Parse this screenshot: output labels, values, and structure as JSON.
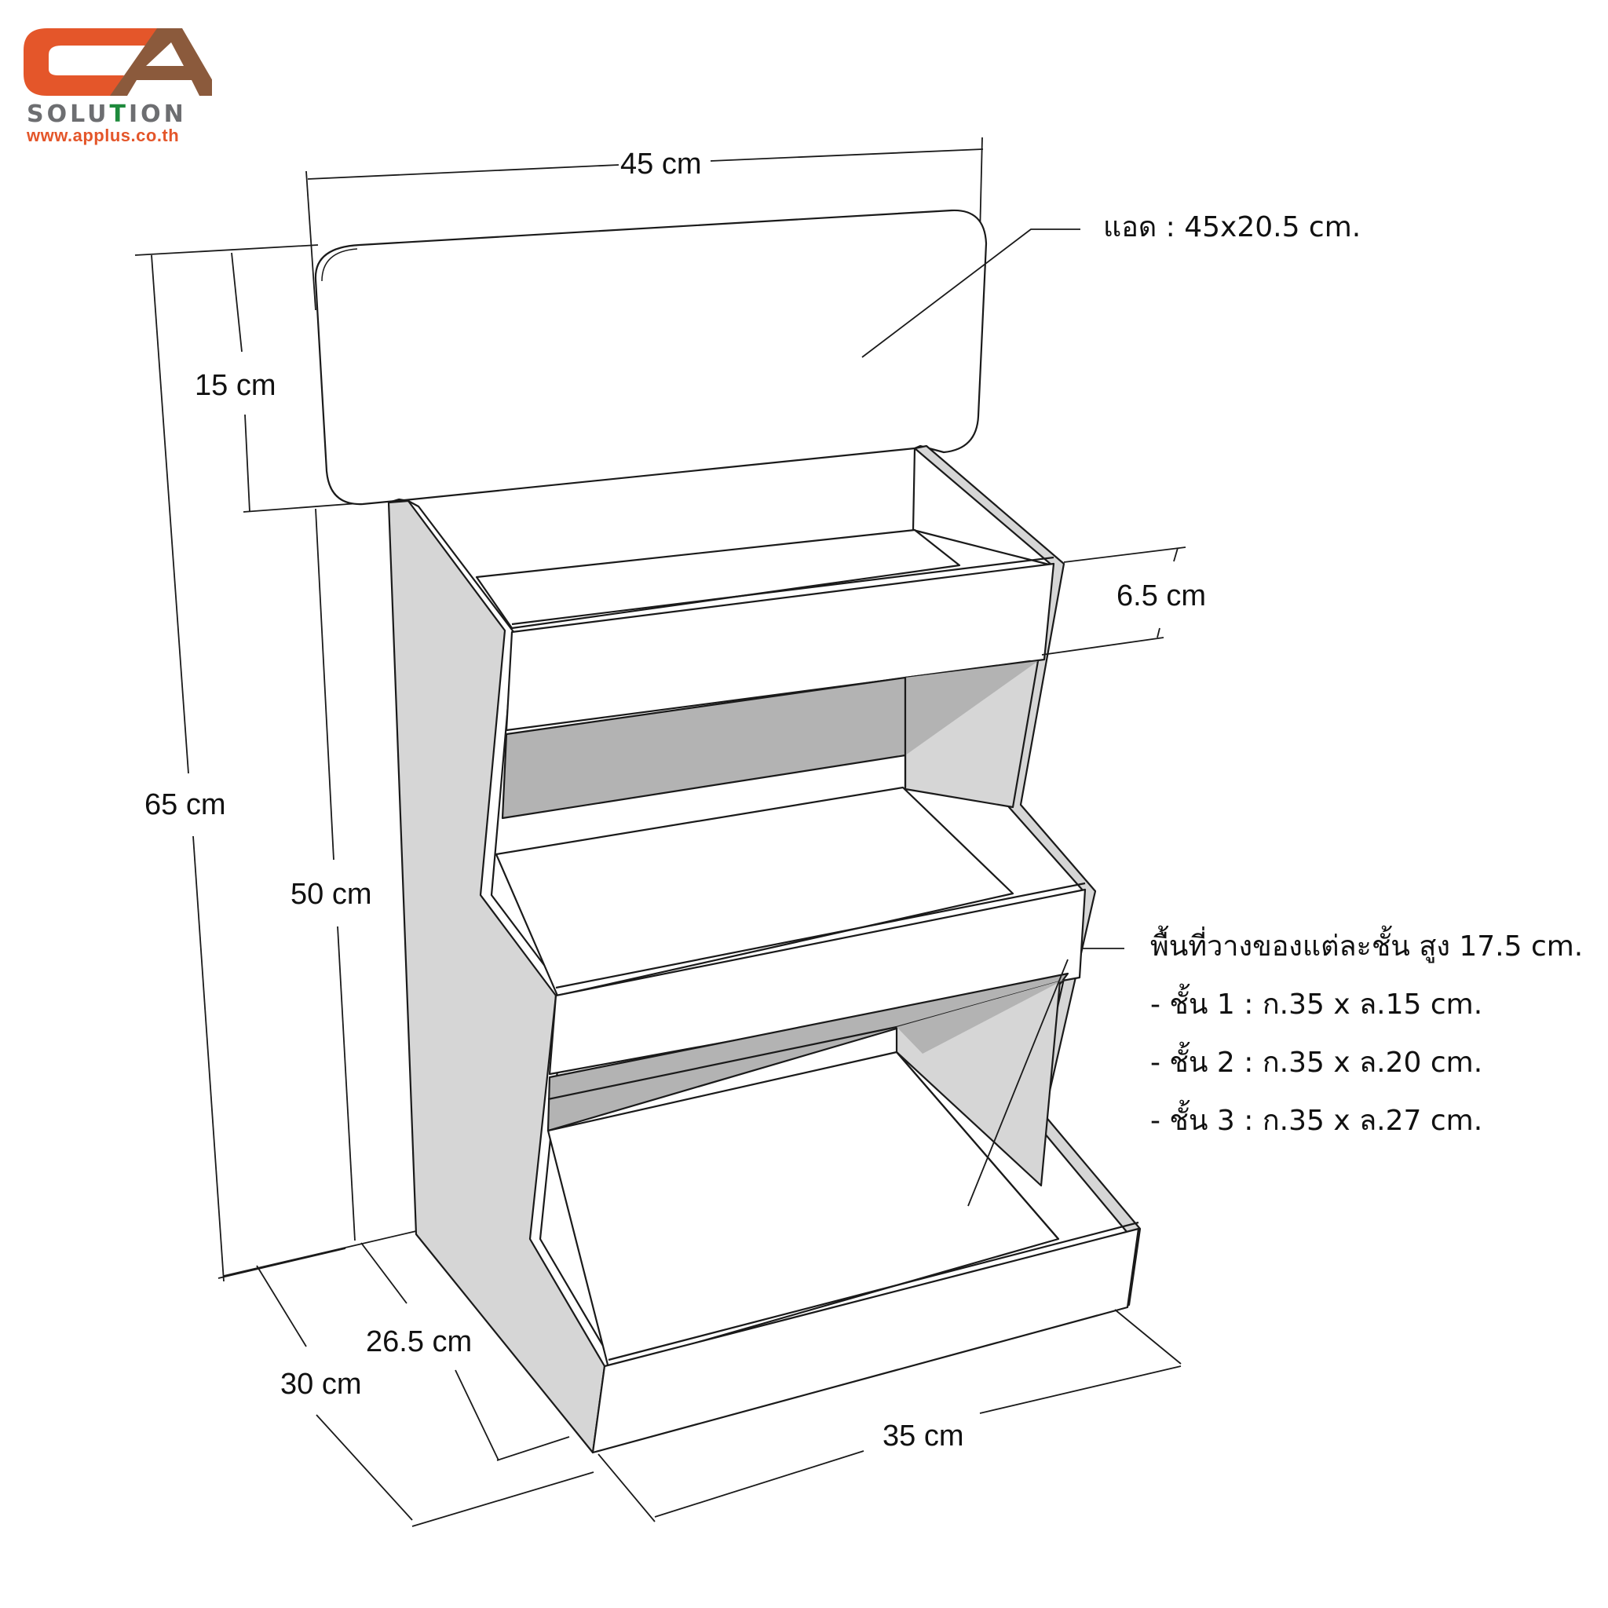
{
  "logo": {
    "brand": "SOLUTION",
    "brand_prefix": "SOLU",
    "brand_t": "T",
    "brand_suffix": "ION",
    "url": "www.applus.co.th",
    "colors": {
      "orange": "#e4562a",
      "brown": "#8b5a3c",
      "gray": "#6d6e71",
      "green": "#1e8a3c"
    }
  },
  "dimensions": {
    "width_top": "45 cm",
    "sign_height": "15 cm",
    "total_height": "65 cm",
    "body_height": "50 cm",
    "lip_height": "6.5 cm",
    "depth_inner": "26.5 cm",
    "depth_outer": "30 cm",
    "width_bottom": "35 cm"
  },
  "annotations": {
    "sign": "แอด : 45x20.5 cm.",
    "shelf_heading": "พื้นที่วางของแต่ละชั้น สูง 17.5 cm.",
    "shelves": [
      "- ชั้น 1 : ก.35 x ล.15 cm.",
      "- ชั้น 2 : ก.35 x ล.20 cm.",
      "- ชั้น 3 : ก.35 x ล.27 cm."
    ]
  },
  "colors": {
    "line": "#1a1a1a",
    "panel_light": "#d6d6d6",
    "panel_dark": "#b3b3b3",
    "background": "#ffffff"
  }
}
